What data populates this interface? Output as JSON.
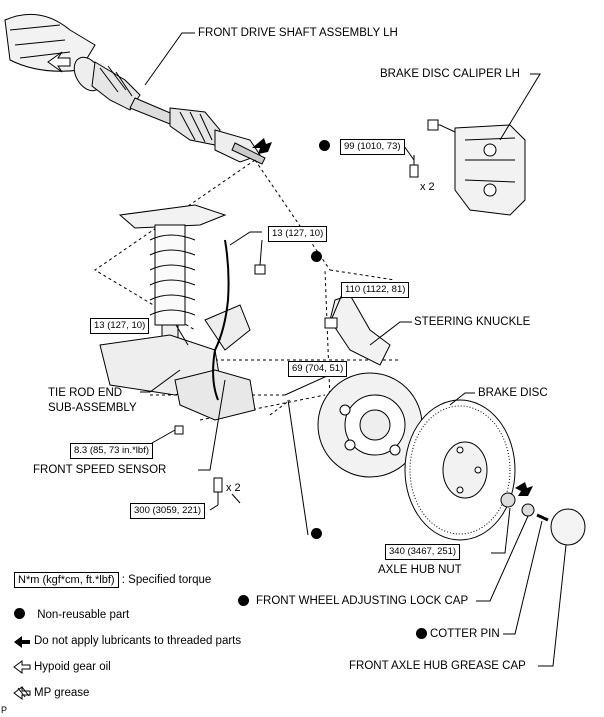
{
  "labels": {
    "drive_shaft": "FRONT DRIVE SHAFT ASSEMBLY LH",
    "caliper": "BRAKE DISC CALIPER LH",
    "steering_knuckle": "STEERING KNUCKLE",
    "brake_disc": "BRAKE DISC",
    "tie_rod_line1": "TIE ROD END",
    "tie_rod_line2": "SUB-ASSEMBLY",
    "speed_sensor": "FRONT SPEED SENSOR",
    "axle_hub_nut": "AXLE HUB NUT",
    "lock_cap": "FRONT WHEEL ADJUSTING LOCK CAP",
    "cotter_pin": "COTTER PIN",
    "grease_cap": "FRONT AXLE HUB GREASE CAP"
  },
  "torques": {
    "caliper_bolt": "99 (1010, 73)",
    "sensor_bolt_upper": "13 (127, 10)",
    "ball_joint_nut": "110 (1122, 81)",
    "sensor_bolt_left": "13 (127, 10)",
    "tie_rod_nut": "69 (704, 51)",
    "sensor_bolt_small": "8.3 (85, 73 in.*lbf)",
    "lower_bolts": "300 (3059, 221)",
    "hub_nut": "340 (3467, 251)"
  },
  "multipliers": {
    "caliper": "x 2",
    "lower": "x 2"
  },
  "legend": {
    "torque_unit": "N*m (kgf*cm, ft.*lbf)",
    "torque_desc": ": Specified torque",
    "non_reusable": "Non-reusable part",
    "no_lubricant": "Do not apply lubricants to threaded parts",
    "hypoid_oil": "Hypoid gear oil",
    "mp_grease": "MP grease"
  },
  "footer_mark": "P"
}
